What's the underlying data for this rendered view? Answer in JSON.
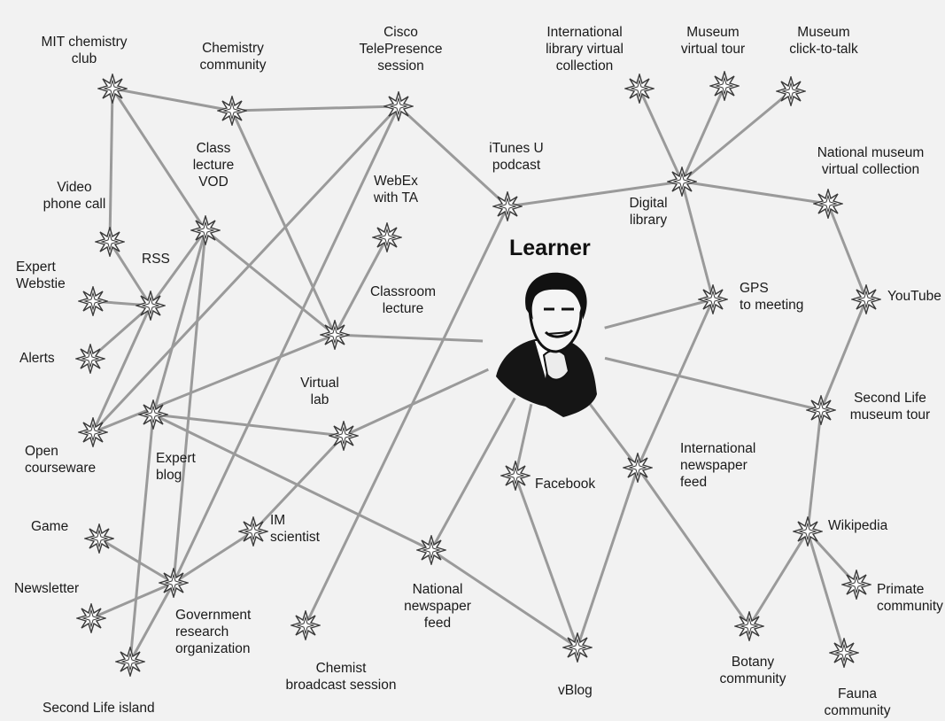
{
  "center": {
    "title": "Learner"
  },
  "nodes": [
    {
      "id": "mit",
      "name": "node-mit-chemistry-club",
      "label": "MIT chemistry club"
    },
    {
      "id": "chem",
      "name": "node-chemistry-community",
      "label": "Chemistry community"
    },
    {
      "id": "cisco",
      "name": "node-cisco-telepresence",
      "label": "Cisco TelePresence session"
    },
    {
      "id": "intlib",
      "name": "node-international-library",
      "label": "International library virtual collection"
    },
    {
      "id": "museumtour",
      "name": "node-museum-virtual-tour",
      "label": "Museum virtual tour"
    },
    {
      "id": "museumclick",
      "name": "node-museum-click-to-talk",
      "label": "Museum click-to-talk"
    },
    {
      "id": "classvod",
      "name": "node-class-lecture-vod",
      "label": "Class lecture VOD"
    },
    {
      "id": "itunes",
      "name": "node-itunes-u-podcast",
      "label": "iTunes U podcast"
    },
    {
      "id": "natmuseum",
      "name": "node-national-museum-collection",
      "label": "National museum virtual collection"
    },
    {
      "id": "video",
      "name": "node-video-phone-call",
      "label": "Video phone call"
    },
    {
      "id": "webex",
      "name": "node-webex-with-ta",
      "label": "WebEx with TA"
    },
    {
      "id": "digital",
      "name": "node-digital-library",
      "label": "Digital library"
    },
    {
      "id": "rss",
      "name": "node-rss",
      "label": "RSS"
    },
    {
      "id": "expertweb",
      "name": "node-expert-website",
      "label": "Expert Webstie"
    },
    {
      "id": "classroom",
      "name": "node-classroom-lecture",
      "label": "Classroom lecture"
    },
    {
      "id": "gps",
      "name": "node-gps-to-meeting",
      "label": "GPS to meeting"
    },
    {
      "id": "youtube",
      "name": "node-youtube",
      "label": "YouTube"
    },
    {
      "id": "alerts",
      "name": "node-alerts",
      "label": "Alerts"
    },
    {
      "id": "virtuallab",
      "name": "node-virtual-lab",
      "label": "Virtual lab"
    },
    {
      "id": "secondlifemuseum",
      "name": "node-second-life-museum-tour",
      "label": "Second Life museum tour"
    },
    {
      "id": "open",
      "name": "node-open-courseware",
      "label": "Open courseware"
    },
    {
      "id": "expertblog",
      "name": "node-expert-blog",
      "label": "Expert blog"
    },
    {
      "id": "intnews",
      "name": "node-international-newspaper-feed",
      "label": "International newspaper feed"
    },
    {
      "id": "facebook",
      "name": "node-facebook",
      "label": "Facebook"
    },
    {
      "id": "game",
      "name": "node-game",
      "label": "Game"
    },
    {
      "id": "im",
      "name": "node-im-scientist",
      "label": "IM scientist"
    },
    {
      "id": "wikipedia",
      "name": "node-wikipedia",
      "label": "Wikipedia"
    },
    {
      "id": "newsletter",
      "name": "node-newsletter",
      "label": "Newsletter"
    },
    {
      "id": "gov",
      "name": "node-government-research-org",
      "label": "Government research organization"
    },
    {
      "id": "natnews",
      "name": "node-national-newspaper-feed",
      "label": "National newspaper feed"
    },
    {
      "id": "primate",
      "name": "node-primate-community",
      "label": "Primate community"
    },
    {
      "id": "chemist",
      "name": "node-chemist-broadcast-session",
      "label": "Chemist broadcast session"
    },
    {
      "id": "vblog",
      "name": "node-vblog",
      "label": "vBlog"
    },
    {
      "id": "botany",
      "name": "node-botany-community",
      "label": "Botany community"
    },
    {
      "id": "fauna",
      "name": "node-fauna-community",
      "label": "Fauna community"
    },
    {
      "id": "secondlifeisland",
      "name": "node-second-life-island",
      "label": "Second Life island"
    }
  ],
  "edges": [
    [
      "mit",
      "chem"
    ],
    [
      "mit",
      "video"
    ],
    [
      "mit",
      "classvod"
    ],
    [
      "chem",
      "cisco"
    ],
    [
      "chem",
      "classroom"
    ],
    [
      "cisco",
      "itunes"
    ],
    [
      "cisco",
      "open"
    ],
    [
      "cisco",
      "gov"
    ],
    [
      "itunes",
      "digital"
    ],
    [
      "itunes",
      "chemist"
    ],
    [
      "digital",
      "intlib"
    ],
    [
      "digital",
      "museumtour"
    ],
    [
      "digital",
      "museumclick"
    ],
    [
      "digital",
      "natmuseum"
    ],
    [
      "digital",
      "gps"
    ],
    [
      "natmuseum",
      "youtube"
    ],
    [
      "youtube",
      "secondlifemuseum"
    ],
    [
      "secondlifemuseum",
      "wikipedia"
    ],
    [
      "secondlifemuseum",
      "learner"
    ],
    [
      "wikipedia",
      "primate"
    ],
    [
      "wikipedia",
      "fauna"
    ],
    [
      "wikipedia",
      "botany"
    ],
    [
      "botany",
      "intnews"
    ],
    [
      "intnews",
      "gps"
    ],
    [
      "intnews",
      "vblog"
    ],
    [
      "learner",
      "gps"
    ],
    [
      "learner",
      "classroom"
    ],
    [
      "learner",
      "virtuallab"
    ],
    [
      "learner",
      "natnews"
    ],
    [
      "learner",
      "facebook"
    ],
    [
      "learner",
      "intnews"
    ],
    [
      "facebook",
      "vblog"
    ],
    [
      "vblog",
      "natnews"
    ],
    [
      "natnews",
      "expertblog"
    ],
    [
      "classroom",
      "classvod"
    ],
    [
      "classroom",
      "open"
    ],
    [
      "webex",
      "classroom"
    ],
    [
      "virtuallab",
      "im"
    ],
    [
      "im",
      "gov"
    ],
    [
      "gov",
      "game"
    ],
    [
      "gov",
      "newsletter"
    ],
    [
      "gov",
      "secondlifeisland"
    ],
    [
      "gov",
      "classvod"
    ],
    [
      "video",
      "rss"
    ],
    [
      "expertweb",
      "rss"
    ],
    [
      "rss",
      "classvod"
    ],
    [
      "rss",
      "alerts"
    ],
    [
      "rss",
      "open"
    ],
    [
      "expertblog",
      "classvod"
    ],
    [
      "expertblog",
      "virtuallab"
    ],
    [
      "expertblog",
      "secondlifeisland"
    ]
  ]
}
